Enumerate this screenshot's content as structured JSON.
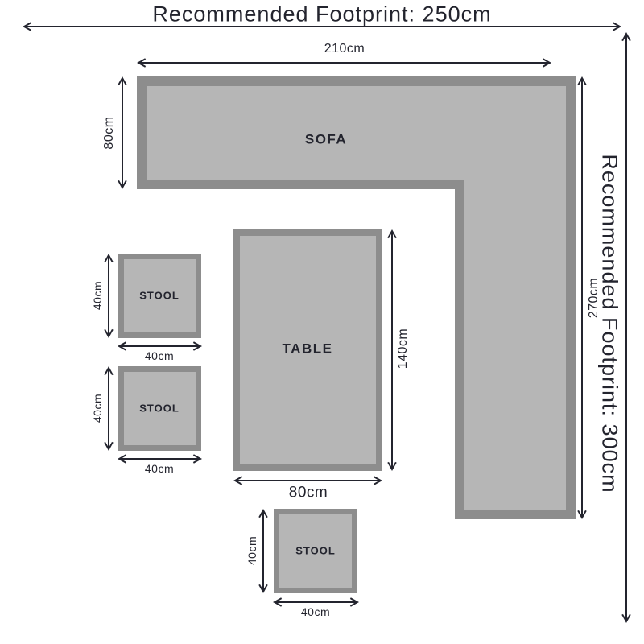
{
  "colors": {
    "ink": "#23242e",
    "furniture_fill": "#b6b6b6",
    "furniture_border": "#8d8d8d",
    "background": "#ffffff"
  },
  "footprint": {
    "width_label": "Recommended Footprint: 250cm",
    "height_label": "Recommended Footprint: 300cm"
  },
  "furniture": {
    "sofa": {
      "label": "SOFA",
      "width": "210cm",
      "depth": "80cm",
      "height": "270cm"
    },
    "table": {
      "label": "TABLE",
      "width": "80cm",
      "height": "140cm"
    },
    "stools": [
      {
        "label": "STOOL",
        "width": "40cm",
        "height": "40cm"
      },
      {
        "label": "STOOL",
        "width": "40cm",
        "height": "40cm"
      },
      {
        "label": "STOOL",
        "width": "40cm",
        "height": "40cm"
      }
    ]
  }
}
